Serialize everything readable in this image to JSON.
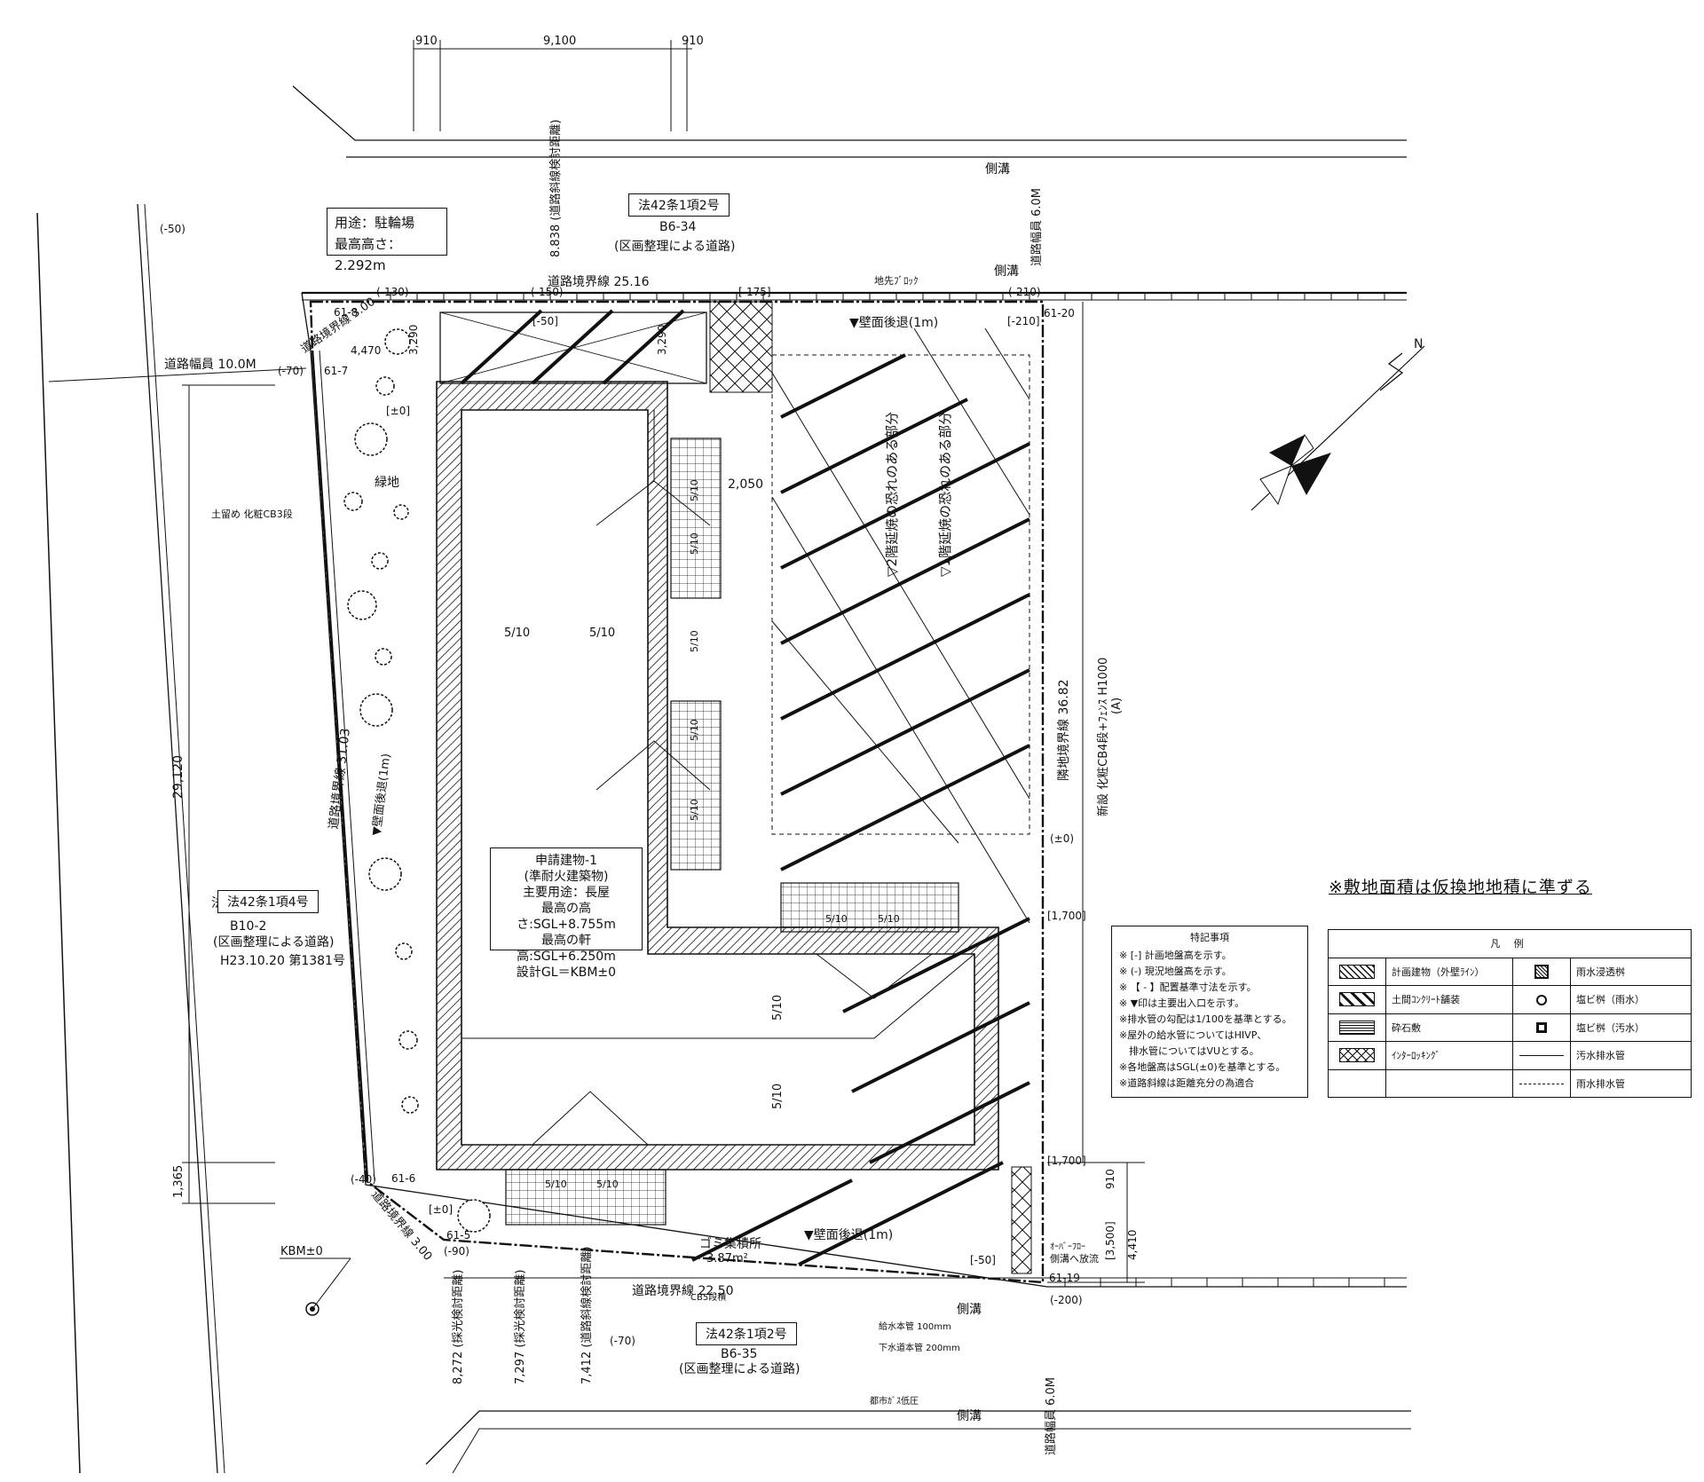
{
  "dims_top": [
    "910",
    "9,100",
    "910"
  ],
  "road_north": {
    "law": "法42条1項2号",
    "code": "B6-34",
    "desc": "(区画整理による道路)",
    "boundary": "道路境界線 25.16",
    "width": "道路幅員 6.0M",
    "gutter": "側溝",
    "slant": "8.838 (道路斜線検討距離)"
  },
  "road_south": {
    "law": "法42条1項2号",
    "code": "B6-35",
    "desc": "(区画整理による道路)",
    "boundary": "道路境界線 22.50",
    "width": "道路幅員 6.0M",
    "gutter": "側溝",
    "water": "給水本管 100mm",
    "sewer": "下水道本管 200mm",
    "gas": "都市ｶﾞｽ低圧"
  },
  "road_west": {
    "law": "法42条1項4号",
    "code": "B10-2",
    "desc": "(区画整理による道路)",
    "date": "H23.10.20 第1381号",
    "width": "道路幅員 10.0M",
    "boundary": "道路境界線 31.03",
    "dim_a": "29,120",
    "dim_b": "1,365"
  },
  "corner_nw": "道路境界線 3.00",
  "corner_sw": "道路境界線 3.00",
  "east_boundary": "隣地境界線 36.82",
  "east_fence": "新設 化粧CB4段+ﾌｪﾝｽ H1000",
  "east_fence_a": "(A)",
  "bicycle_box": {
    "use": "用途：駐輪場",
    "height": "最高高さ：2.292m"
  },
  "building_box": {
    "name": "申請建物-1",
    "type": "(準耐火建築物)",
    "use": "主要用途：長屋",
    "max_h": "最高の高さ:SGL+8.755m",
    "eave_h": "最高の軒高:SGL+6.250m",
    "gl": "設計GL＝KBM±0"
  },
  "levels": [
    "(-50)",
    "(-130)",
    "(-150)",
    "[-175]",
    "(-210)",
    "[-210]",
    "[-50]",
    "(-70)",
    "[±0]",
    "(±0)",
    "(-40)",
    "(-90)",
    "(-200)",
    "(-70)",
    "[±0]",
    "[-50]"
  ],
  "lot_pts": [
    "61-8",
    "61-7",
    "61-6",
    "61-5",
    "61-20",
    "61-19"
  ],
  "dims_misc": [
    "3,290",
    "3,290",
    "4,470",
    "2,050",
    "[1,700]",
    "[1,700]",
    "910",
    "[3,500]",
    "4,410"
  ],
  "slopes": [
    "5/10",
    "5/10",
    "5/10",
    "5/10",
    "5/10",
    "5/10",
    "5/10",
    "5/10",
    "5/10",
    "5/10",
    "5/10",
    "5/10",
    "5/10"
  ],
  "labels": {
    "setback_n": "▼壁面後退(1m)",
    "setback_w": "▼壁面後退(1m)",
    "setback_s": "▼壁面後退(1m)",
    "fire2": "▽2階延焼の恐れのある部分",
    "fire1": "▽1階延焼の恐れのある部分",
    "green": "緑地",
    "retain": "土留め 化粧CB3段",
    "curb": "地先ﾌﾞﾛｯｸ",
    "garbage": "ゴミ集積所",
    "garbage_area": "3.87m²",
    "cb5": "CB5段積",
    "overflow": "ｵｰﾊﾞｰﾌﾛｰ",
    "overflow2": "側溝へ放流",
    "kbm": "KBM±0",
    "gutter_n2": "側溝",
    "light1": "8,272 (採光検討距離)",
    "light2": "7,297 (採光検討距離)",
    "slant_s": "7,412 (道路斜線検討距離)",
    "area_note": "※敷地面積は仮換地地積に準ずる",
    "north": "N"
  },
  "notes": {
    "title": "特記事項",
    "rows": [
      "※ [-] 計画地盤高を示す。",
      "※ (-) 現況地盤高を示す。",
      "※ 【 - 】配置基準寸法を示す。",
      "※ ▼印は主要出入口を示す。",
      "※排水管の勾配は1/100を基準とする。",
      "※屋外の給水管についてはHIVP、",
      "　排水管についてはVUとする。",
      "※各地盤高はSGL(±0)を基準とする。",
      "※道路斜線は距離充分の為適合"
    ]
  },
  "legend": {
    "title": "凡 例",
    "left": [
      "計画建物（外壁ﾗｲﾝ）",
      "土間ｺﾝｸﾘｰﾄ舗装",
      "砕石敷",
      "ｲﾝﾀｰﾛｯｷﾝｸﾞ",
      ""
    ],
    "right": [
      "雨水浸透桝",
      "塩ビ桝（雨水）",
      "塩ビ桝（汚水）",
      "汚水排水管",
      "雨水排水管"
    ]
  }
}
